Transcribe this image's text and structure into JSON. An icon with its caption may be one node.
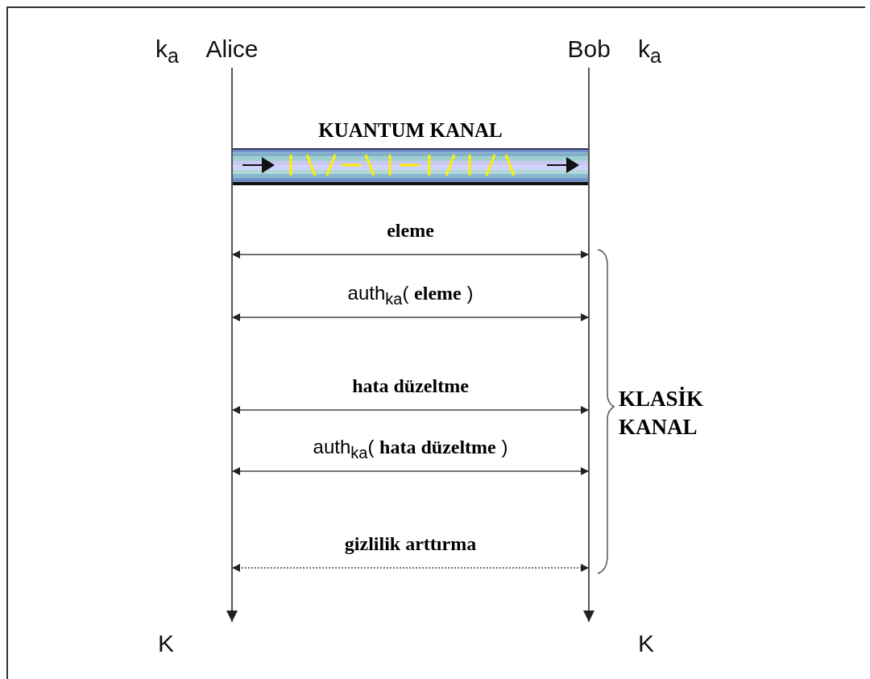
{
  "diagram": {
    "nodes": [
      {
        "text": [
          "Alice"
        ]
      },
      {
        "text": [
          "Bob"
        ]
      },
      {
        "text": [
          "KUANTUM KANAL"
        ]
      },
      {
        "text": [],
        "shape": "bar"
      },
      {
        "text": [],
        "shape": "bar"
      }
    ],
    "edges": [
      {
        "from": 3,
        "to": null,
        "arrow": "to"
      },
      {
        "from": 4,
        "to": null,
        "arrow": "to"
      },
      {
        "from": 3,
        "to": 4,
        "arrow": "both",
        "label": "**eleme**"
      },
      {
        "from": 3,
        "to": 4,
        "arrow": "both",
        "label": "auth$_{ka}$( **eleme** )"
      },
      {
        "from": 3,
        "to": 4,
        "arrow": "both",
        "label": "**hata düzeltme**"
      },
      {
        "from": 3,
        "to": 4,
        "arrow": "both",
        "label": "auth$_{ka}$( **hata düzeltme** )"
      },
      {
        "from": 3,
        "to": 4,
        "arrow": "both",
        "label": "**gizlilik arttırma**",
        "style": "dashed"
      }
    ],
    "labels": [
      "k$_{a}$",
      "k$_{a}$",
      "KLASİK KANAL",
      "K",
      "K"
    ]
  }
}
